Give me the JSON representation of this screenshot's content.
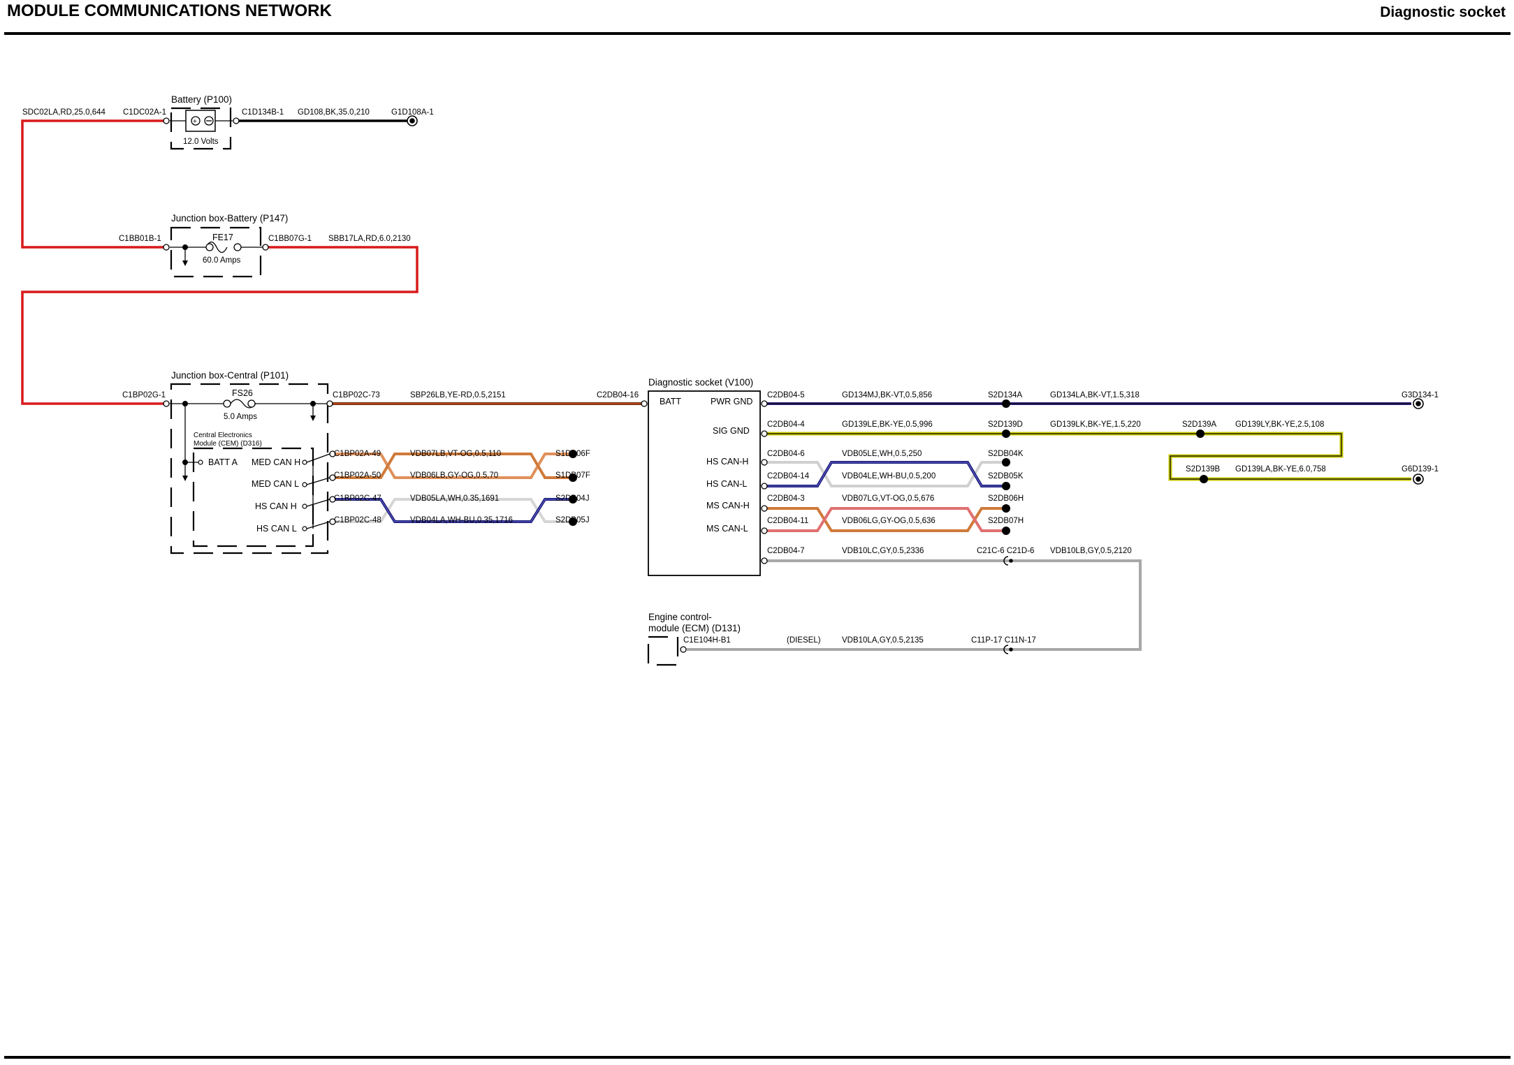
{
  "header": {
    "title": "MODULE COMMUNICATIONS NETWORK",
    "right": "Diagnostic socket"
  },
  "components": {
    "battery": {
      "name": "Battery (P100)",
      "rating": "12.0 Volts"
    },
    "jb_battery": {
      "name": "Junction box-Battery (P147)",
      "fuse": "FE17",
      "rating": "60.0 Amps"
    },
    "jb_central": {
      "name": "Junction box-Central (P101)",
      "fuse": "FS26",
      "rating": "5.0 Amps"
    },
    "cem": {
      "name1": "Central Electronics",
      "name2": "Module (CEM) (D316)",
      "pins": [
        "BATT A",
        "MED CAN H",
        "MED CAN L",
        "HS CAN H",
        "HS CAN L"
      ]
    },
    "diag": {
      "name": "Diagnostic socket (V100)",
      "batt": "BATT",
      "pins": [
        "PWR GND",
        "SIG GND",
        "HS CAN-H",
        "HS CAN-L",
        "MS CAN-H",
        "MS CAN-L"
      ]
    },
    "ecm": {
      "name1": "Engine control-",
      "name2": "module (ECM) (D131)",
      "variant": "(DIESEL)"
    }
  },
  "connectors": {
    "c1dc02a": "C1DC02A-1",
    "c1d134b": "C1D134B-1",
    "g1d108a": "G1D108A-1",
    "c1bb01b": "C1BB01B-1",
    "c1bb07g": "C1BB07G-1",
    "c1bp02g": "C1BP02G-1",
    "c1bp02c73": "C1BP02C-73",
    "c2db04_16": "C2DB04-16",
    "c1bp02a49": "C1BP02A-49",
    "c1bp02a50": "C1BP02A-50",
    "c1bp02c47": "C1BP02C-47",
    "c1bp02c48": "C1BP02C-48",
    "s1db06f": "S1DB06F",
    "s1db07f": "S1DB07F",
    "s2db04j": "S2DB04J",
    "s2db05j": "S2DB05J",
    "c2db04_5": "C2DB04-5",
    "c2db04_4": "C2DB04-4",
    "c2db04_6": "C2DB04-6",
    "c2db04_14": "C2DB04-14",
    "c2db04_3": "C2DB04-3",
    "c2db04_11": "C2DB04-11",
    "c2db04_7": "C2DB04-7",
    "s2d134a": "S2D134A",
    "s2d139d": "S2D139D",
    "s2d139a": "S2D139A",
    "s2d139b": "S2D139B",
    "s2db04k": "S2DB04K",
    "s2db05k": "S2DB05K",
    "s2db06h": "S2DB06H",
    "s2db07h": "S2DB07H",
    "g3d134": "G3D134-1",
    "g6d139": "G6D139-1",
    "c21c6": "C21C-6 C21D-6",
    "c1e104h": "C1E104H-B1",
    "c11p17": "C11P-17 C11N-17"
  },
  "wires": {
    "sdc02la": "SDC02LA,RD,25.0,644",
    "gd108": "GD108,BK,35.0,210",
    "sbb17la": "SBB17LA,RD,6.0,2130",
    "sbp26lb": "SBP26LB,YE-RD,0.5,2151",
    "vdb07lb": "VDB07LB,VT-OG,0.5,110",
    "vdb06lb": "VDB06LB,GY-OG,0.5,70",
    "vdb05la": "VDB05LA,WH,0.35,1691",
    "vdb04la": "VDB04LA,WH-BU,0.35,1716",
    "gd134mj": "GD134MJ,BK-VT,0.5,856",
    "gd134la": "GD134LA,BK-VT,1.5,318",
    "gd139le": "GD139LE,BK-YE,0.5,996",
    "gd139lk": "GD139LK,BK-YE,1.5,220",
    "gd139ly": "GD139LY,BK-YE,2.5,108",
    "gd139la": "GD139LA,BK-YE,6.0,758",
    "vdb05le": "VDB05LE,WH,0.5,250",
    "vdb04le": "VDB04LE,WH-BU,0.5,200",
    "vdb07lg": "VDB07LG,VT-OG,0.5,676",
    "vdb06lg": "VDB06LG,GY-OG,0.5,636",
    "vdb10lc": "VDB10LC,GY,0.5,2336",
    "vdb10lb": "VDB10LB,GY,0.5,2120",
    "vdb10la": "VDB10LA,GY,0.5,2135"
  },
  "colors": {
    "red": "#d91a1a",
    "black": "#000000",
    "yellow_red": "#c8321e",
    "violet_orange": "#e08848",
    "gray_orange": "#d07a3a",
    "white": "#9a9a9a",
    "white_blue": "#1a1a7a",
    "black_violet": "#3a2a8a",
    "black_yellow": "#c8c800",
    "gray": "#a8a8a8"
  }
}
